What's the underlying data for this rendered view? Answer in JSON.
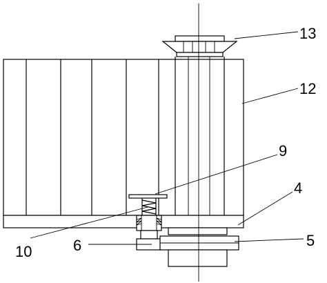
{
  "labels": {
    "l13": "13",
    "l12": "12",
    "l9": "9",
    "l4": "4",
    "l10": "10",
    "l6": "6",
    "l5": "5"
  },
  "colors": {
    "line": "#000000",
    "background": "#ffffff"
  }
}
